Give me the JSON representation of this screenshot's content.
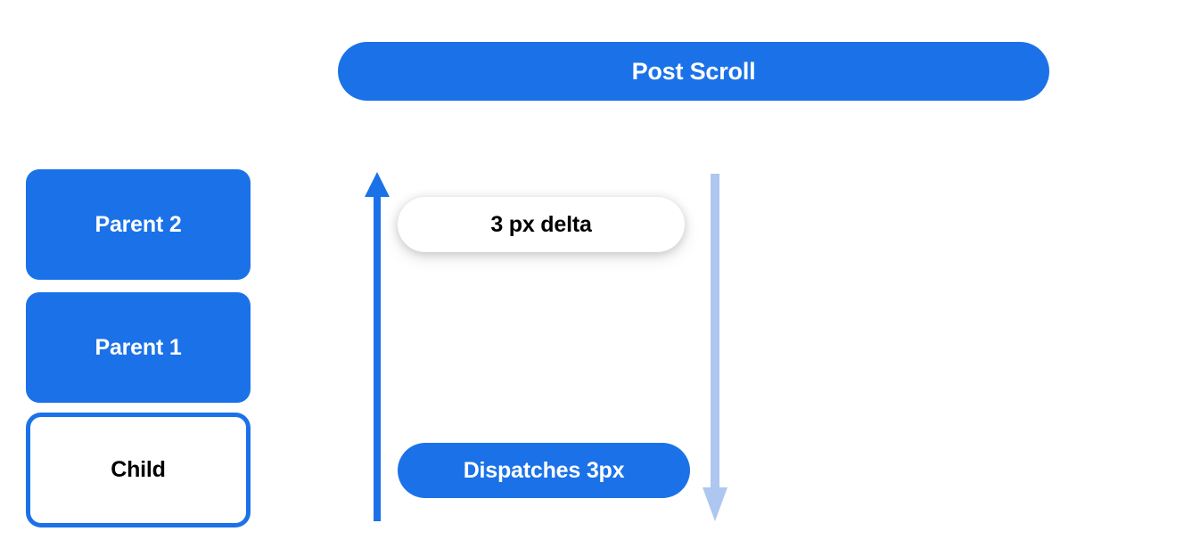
{
  "diagram": {
    "title": "Post Scroll",
    "accent_color": "#1b72e8",
    "accent_light_color": "#aec7f0",
    "background_color": "#ffffff",
    "header": {
      "label": "Post Scroll"
    },
    "scroll_chain": [
      {
        "label": "Parent 2",
        "style": "filled"
      },
      {
        "label": "Parent 1",
        "style": "filled"
      },
      {
        "label": "Child",
        "style": "outlined"
      }
    ],
    "annotations": [
      {
        "label": "3 px delta",
        "style": "white-pill"
      },
      {
        "label": "Dispatches 3px",
        "style": "blue-pill"
      }
    ],
    "arrows": [
      {
        "name": "upward-arrow",
        "direction": "up",
        "color": "#1b72e8"
      },
      {
        "name": "downward-arrow",
        "direction": "down",
        "color": "#aec7f0"
      }
    ]
  }
}
